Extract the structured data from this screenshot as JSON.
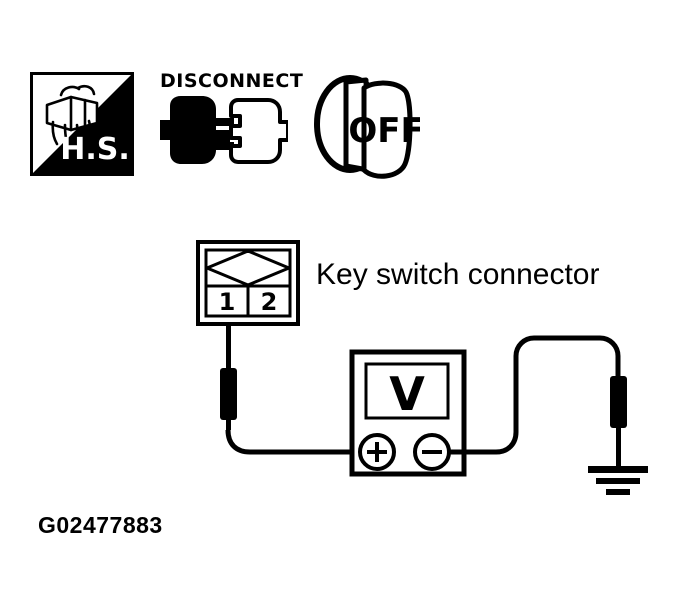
{
  "figure": {
    "id_label": "G02477883",
    "background_color": "#ffffff",
    "ink_color": "#000000"
  },
  "header_icons": {
    "hand_symbol": {
      "name": "hand-start-symbol",
      "text": "H.S.",
      "description": "hand gripping connector over split black-white square"
    },
    "disconnect_symbol": {
      "name": "disconnect-symbol",
      "text": "DISCONNECT",
      "description": "separated male and female connector halves"
    },
    "key_symbol": {
      "name": "ignition-key-off-symbol",
      "text": "OFF",
      "description": "ignition key turned to the off position"
    }
  },
  "connector": {
    "label": "Key switch connector",
    "terminals": [
      {
        "number": "1"
      },
      {
        "number": "2"
      }
    ]
  },
  "meter": {
    "display_symbol": "V",
    "positive_terminal": "+",
    "negative_terminal": "−"
  },
  "ground": {
    "name": "chassis-ground"
  }
}
